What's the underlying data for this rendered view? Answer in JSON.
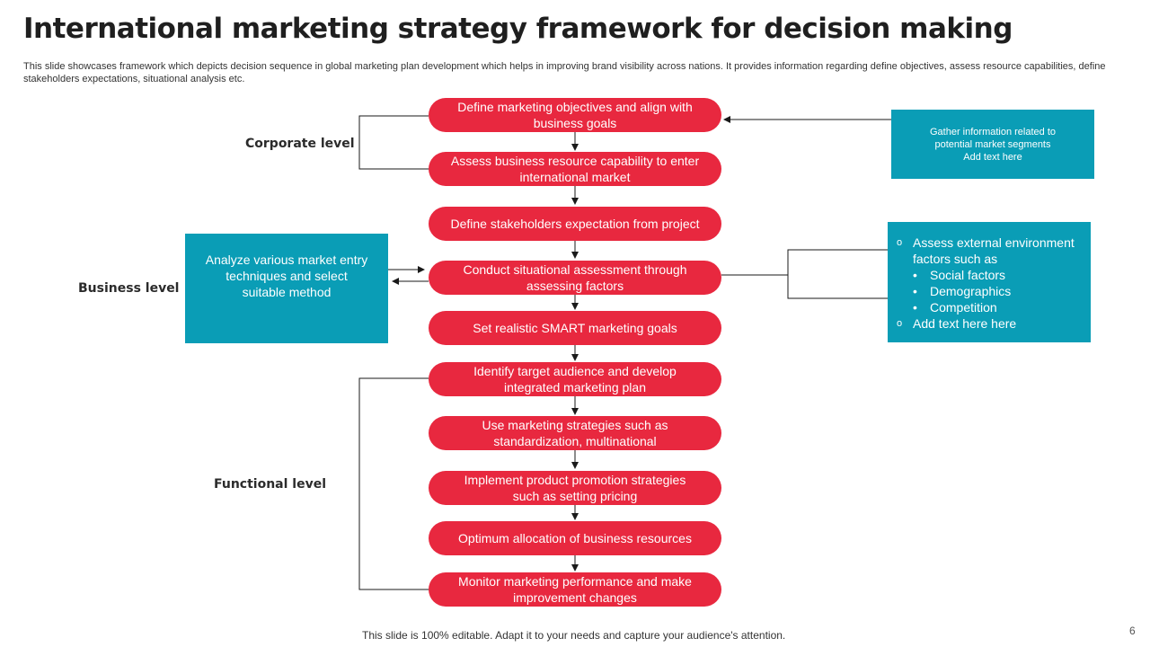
{
  "header": {
    "title": "International marketing strategy framework for decision making",
    "description": "This slide showcases framework which depicts decision sequence in global marketing plan development which helps in improving brand visibility across nations. It provides information regarding define objectives, assess resource capabilities, define stakeholders expectations, situational analysis etc."
  },
  "levels": {
    "corporate": "Corporate level",
    "business": "Business level",
    "functional": "Functional level"
  },
  "steps": [
    "Define marketing objectives and align with business goals",
    "Assess business resource capability to enter international market",
    "Define stakeholders expectation from project",
    "Conduct situational assessment through assessing factors",
    "Set realistic SMART marketing goals",
    "Identify target audience and develop integrated marketing plan",
    "Use marketing strategies such as standardization, multinational",
    "Implement product promotion strategies such as setting pricing",
    "Optimum allocation of business resources",
    "Monitor marketing performance and make improvement changes"
  ],
  "side_boxes": {
    "gather_line1": "Gather information related to potential market segments",
    "gather_line2": "Add text here",
    "analyze": "Analyze various market entry techniques and select suitable method",
    "external": {
      "item1": "Assess external environment factors such as",
      "sub1": "Social factors",
      "sub2": "Demographics",
      "sub3": "Competition",
      "item2": "Add text here here",
      "bullet_marker": "o",
      "sub_marker": "•"
    }
  },
  "footer": {
    "note": "This slide is 100% editable. Adapt it to your needs and capture your audience's attention.",
    "page_number": "6"
  },
  "colors": {
    "pill_red": "#e8283f",
    "teal": "#0a9db6",
    "line": "#1a1a1a"
  }
}
